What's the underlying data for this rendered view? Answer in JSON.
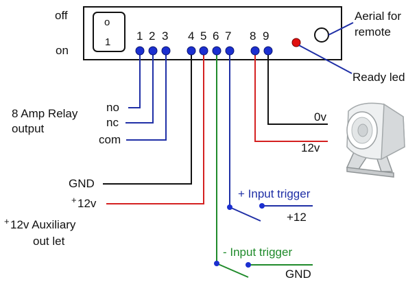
{
  "switch": {
    "off_label": "off",
    "on_label": "on",
    "glyph_off": "o",
    "glyph_on": "1"
  },
  "terminals": [
    "1",
    "2",
    "3",
    "4",
    "5",
    "6",
    "7",
    "8",
    "9"
  ],
  "relay": {
    "title_line1": "8 Amp Relay",
    "title_line2": "output",
    "no": "no",
    "nc": "nc",
    "com": "com"
  },
  "aerial": {
    "line1": "Aerial for",
    "line2": "remote"
  },
  "ready_led": "Ready led",
  "siren": {
    "zero_v": "0v",
    "twelve_v": "12v"
  },
  "gnd_label": "GND",
  "aux": {
    "plus_sign": "+",
    "value": "12v",
    "line1": "12v Auxiliary",
    "line2": "out let"
  },
  "pos_trigger": {
    "label": "+ Input trigger",
    "supply": "+12"
  },
  "neg_trigger": {
    "label": "- Input trigger",
    "supply": "GND"
  },
  "colors": {
    "blue": "#1f2fa6",
    "red": "#d42020",
    "green": "#1f8a2a",
    "black": "#111111",
    "led_red": "#e01010",
    "dot_blue": "#1b2fd0"
  }
}
